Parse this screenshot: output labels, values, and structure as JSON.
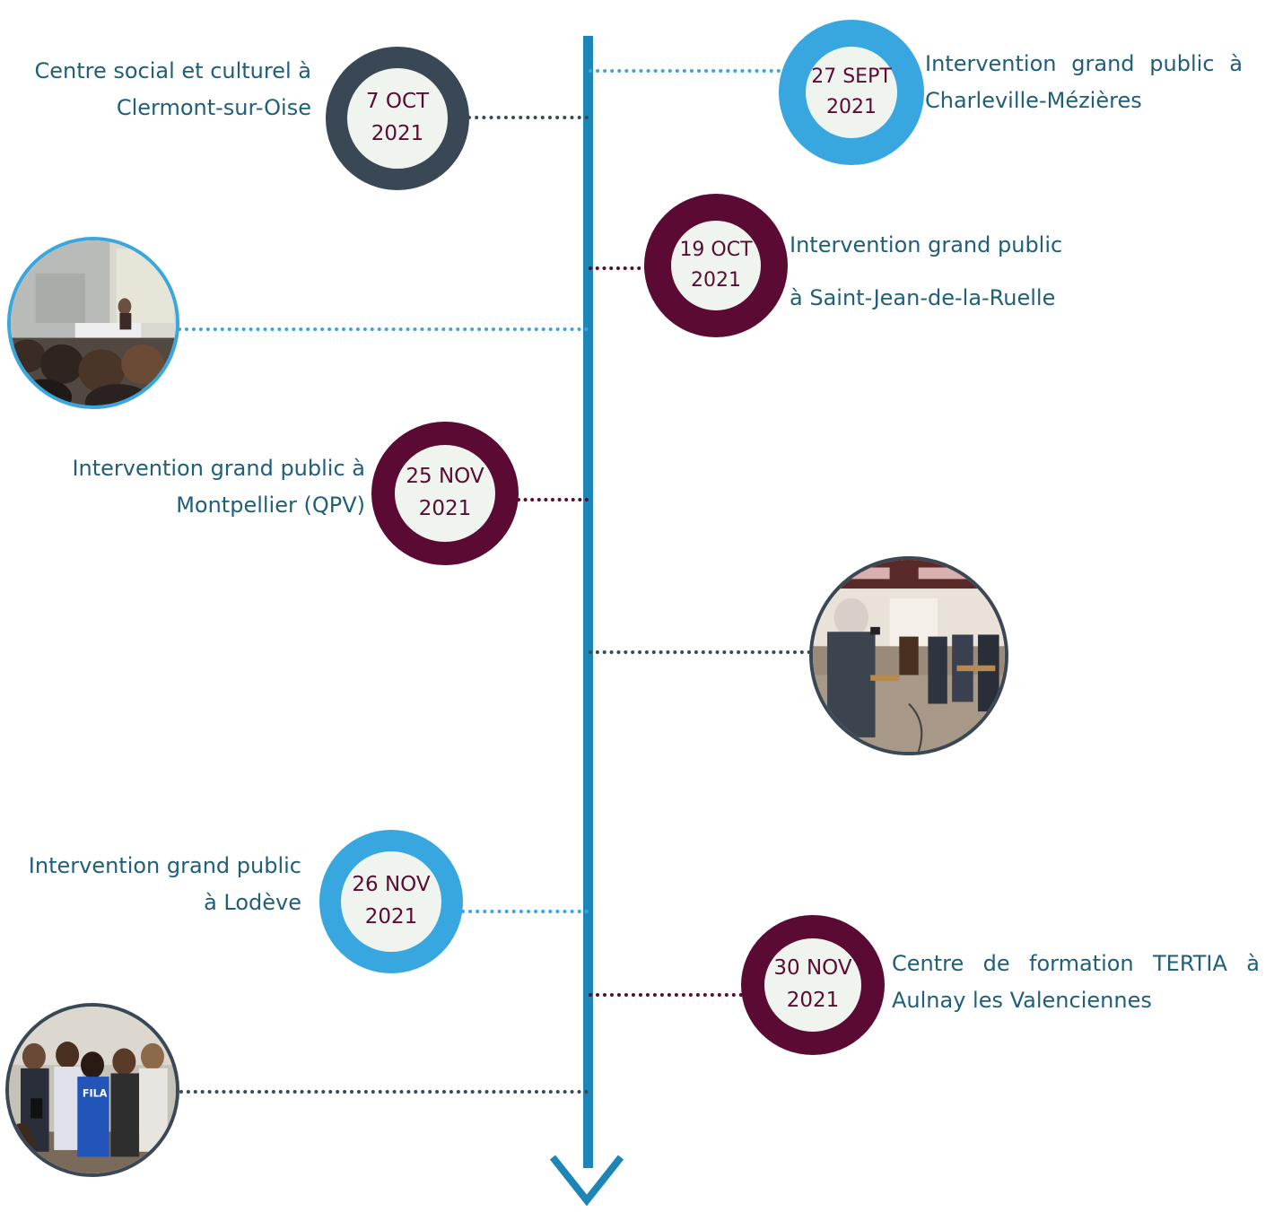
{
  "colors": {
    "axis": "#1d86b6",
    "light_blue": "#39a7df",
    "dark_slate": "#3a4856",
    "burgundy": "#5b0a33",
    "caption_text": "#1f5f77",
    "circle_fill": "#f0f4ee"
  },
  "events": [
    {
      "date_line1": "27 SEPT",
      "date_line2": "2021",
      "caption_line1": "Intervention grand public à",
      "caption_line2": "Charleville-Mézières"
    },
    {
      "date_line1": "7 OCT",
      "date_line2": "2021",
      "caption_line1": "Centre social et culturel à",
      "caption_line2": "Clermont-sur-Oise"
    },
    {
      "date_line1": "19 OCT",
      "date_line2": "2021",
      "caption_line1": "Intervention grand public",
      "caption_line2": "à Saint-Jean-de-la-Ruelle"
    },
    {
      "date_line1": "25 NOV",
      "date_line2": "2021",
      "caption_line1": "Intervention grand public à",
      "caption_line2": "Montpellier (QPV)"
    },
    {
      "date_line1": "26 NOV",
      "date_line2": "2021",
      "caption_line1": "Intervention grand public",
      "caption_line2": "à Lodève"
    },
    {
      "date_line1": "30 NOV",
      "date_line2": "2021",
      "caption_line1": "Centre de formation TERTIA à",
      "caption_line2": "Aulnay les Valenciennes"
    }
  ],
  "photos": [
    {
      "icon": "lecture-hall-photo"
    },
    {
      "icon": "speaker-with-microphone-photo"
    },
    {
      "icon": "group-of-students-photo"
    }
  ]
}
